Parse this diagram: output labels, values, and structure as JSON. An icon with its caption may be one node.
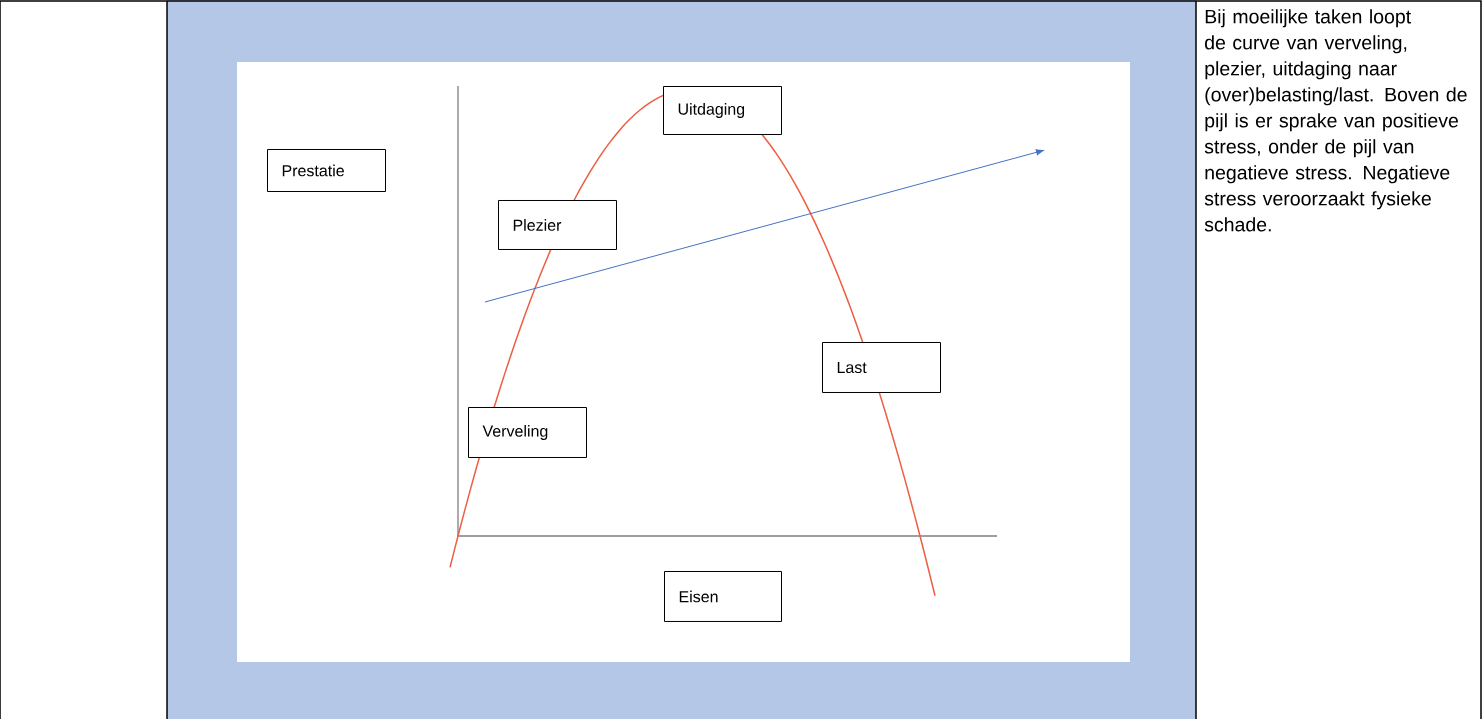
{
  "diagram": {
    "nodes": [
      {
        "text": [
          "Prestatie"
        ]
      },
      {
        "text": [
          "Uitdaging"
        ]
      },
      {
        "text": [
          "Plezier"
        ]
      },
      {
        "text": [
          "Verveling"
        ]
      },
      {
        "text": [
          "Last"
        ]
      },
      {
        "text": [
          "Eisen"
        ]
      }
    ],
    "labels": [
      "Bij moeilijke taken loopt de curve van verveling, plezier, uitdaging naar (over)belasting/last. Boven de pijl is er sprake van positieve stress, onder de pijl van negatieve stress. Negatieve stress veroorzaakt fysieke schade."
    ]
  }
}
